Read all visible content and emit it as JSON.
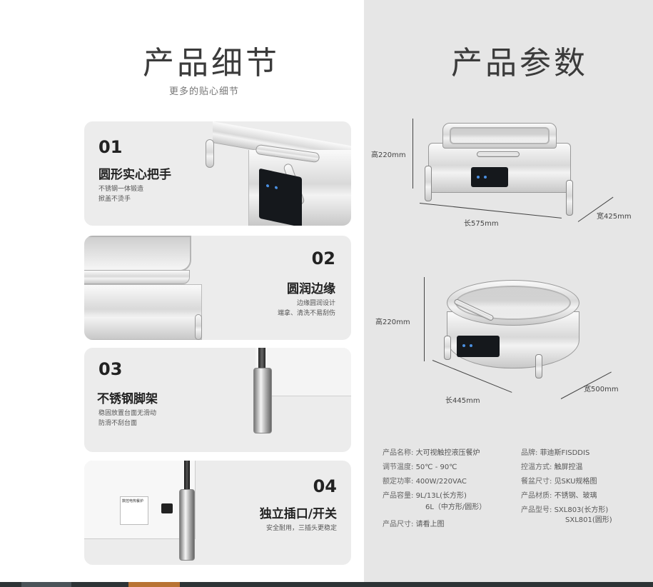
{
  "left": {
    "title": "产品细节",
    "subtitle": "更多的贴心细节",
    "features": [
      {
        "num": "01",
        "title": "圆形实心把手",
        "desc1": "不锈钢一体锻造",
        "desc2": "掀盖不烫手"
      },
      {
        "num": "02",
        "title": "圆润边缘",
        "desc1": "边缘圆润设计",
        "desc2": "端拿、清洗不易刮伤"
      },
      {
        "num": "03",
        "title": "不锈钢脚架",
        "desc1": "稳固放置台面无滑动",
        "desc2": "防滑不刮台面"
      },
      {
        "num": "04",
        "title": "独立插口/开关",
        "desc1": "安全耐用，三插头更稳定",
        "desc2": ""
      }
    ],
    "socket_label": "数控电热餐炉"
  },
  "right": {
    "title": "产品参数",
    "rect": {
      "height": "高220mm",
      "length": "长575mm",
      "width": "宽425mm"
    },
    "round": {
      "height": "高220mm",
      "length": "长445mm",
      "width": "宽500mm"
    },
    "specs_left": [
      {
        "k": "产品名称:",
        "v": "大可视触控液压餐炉"
      },
      {
        "k": "调节温度:",
        "v": "50℃ - 90℃"
      },
      {
        "k": "额定功率:",
        "v": "400W/220VAC"
      },
      {
        "k": "产品容量:",
        "v": "9L/13L(长方形)"
      },
      {
        "k": "",
        "v": "6L（中方形/圆形）"
      },
      {
        "k": "产品尺寸:",
        "v": "请看上图"
      }
    ],
    "specs_right": [
      {
        "k": "品牌:",
        "v": "菲迪斯FISDDIS"
      },
      {
        "k": "控温方式:",
        "v": "触屏控温"
      },
      {
        "k": "餐盆尺寸:",
        "v": "见SKU规格图"
      },
      {
        "k": "产品材质:",
        "v": "不锈钢、玻璃"
      },
      {
        "k": "产品型号:",
        "v": "SXL803(长方形)"
      },
      {
        "k": "",
        "v": "SXL801(圆形)"
      }
    ]
  }
}
